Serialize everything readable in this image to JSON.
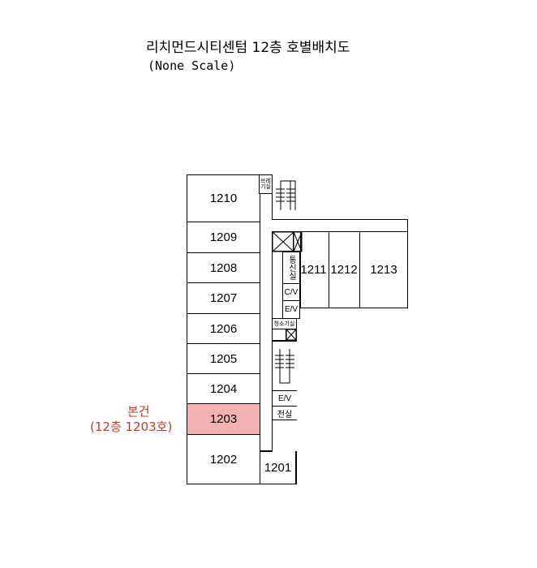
{
  "title": "리치먼드시티센텀 12층 호별배치도",
  "subtitle": "(None Scale)",
  "rooms": {
    "r1210": "1210",
    "r1209": "1209",
    "r1208": "1208",
    "r1207": "1207",
    "r1206": "1206",
    "r1205": "1205",
    "r1204": "1204",
    "r1203": "1203",
    "r1202": "1202",
    "r1201": "1201",
    "r1211": "1211",
    "r1212": "1212",
    "r1213": "1213"
  },
  "facilities": {
    "trash": "쓰레기실",
    "telecom": "통신실",
    "cv": "C/V",
    "ev1": "E/V",
    "storage": "청소기실",
    "ev2": "E/V",
    "lobby": "전실"
  },
  "annotation": {
    "line1": "본건",
    "line2": "(12층 1203호)"
  },
  "colors": {
    "highlight": "#f4b2b2",
    "annotation": "#c0392b"
  }
}
